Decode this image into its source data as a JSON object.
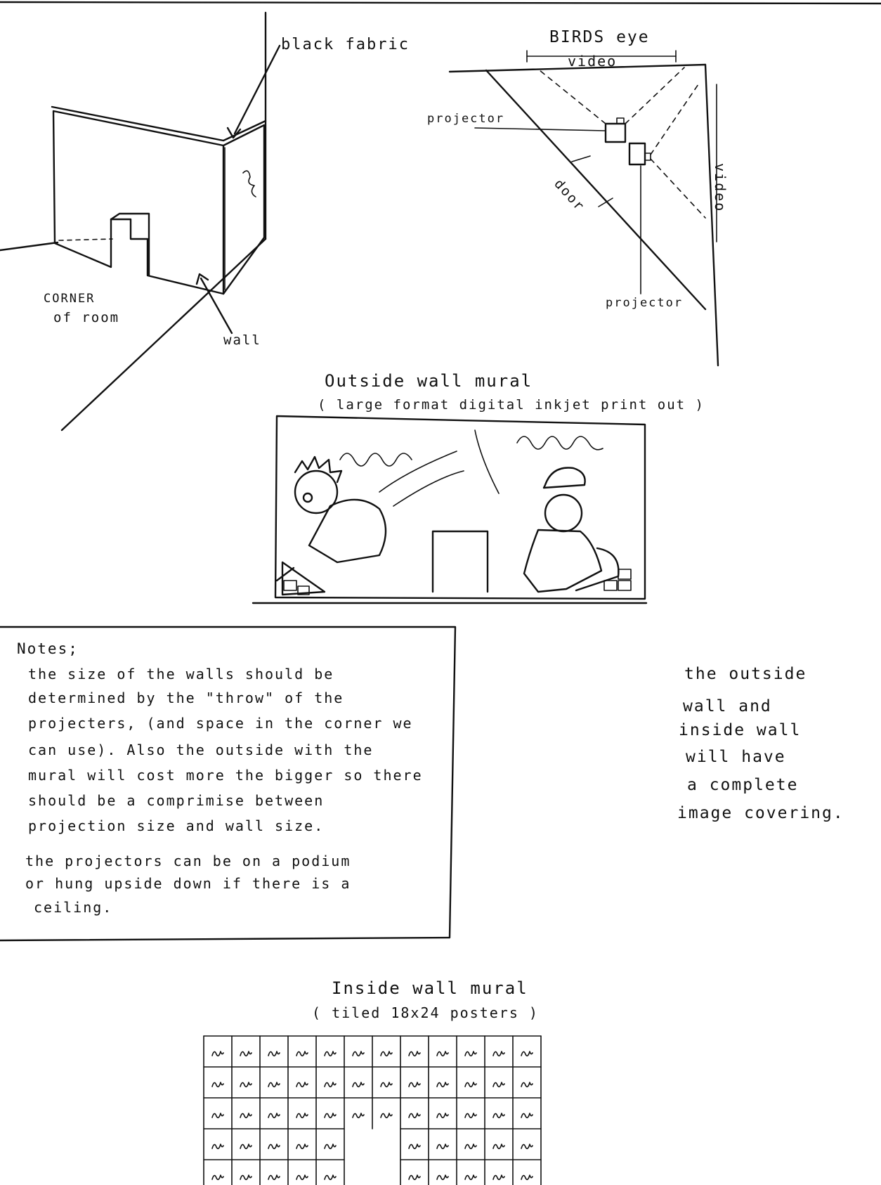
{
  "sketch_3d": {
    "label_fabric": "black fabric",
    "label_corner_1": "CORNER",
    "label_corner_2": "of room",
    "label_wall": "wall"
  },
  "birds_eye": {
    "title": "BIRDS eye",
    "label_video_top": "video",
    "label_video_side": "video",
    "label_projector_1": "projector",
    "label_projector_2": "projector",
    "label_door": "door"
  },
  "outside_mural": {
    "title": "Outside wall mural",
    "subtitle": "( large format digital inkjet print out )"
  },
  "notes": {
    "heading": "Notes;",
    "lines": [
      "the size of the walls should be",
      "determined by the \"throw\" of the",
      "projecters, (and space in the corner we",
      "can use). Also the outside with the",
      "mural will cost more the bigger so there",
      "should be a comprimise between",
      "projection size and wall size.",
      "the projectors can be on a podium",
      "or hung upside down if there is a",
      "ceiling."
    ]
  },
  "side_note": {
    "lines": [
      "the outside",
      "wall and",
      "inside wall",
      "will have",
      "a complete",
      "image covering."
    ]
  },
  "inside_mural": {
    "title": "Inside wall mural",
    "subtitle": "( tiled 18x24 posters )"
  }
}
